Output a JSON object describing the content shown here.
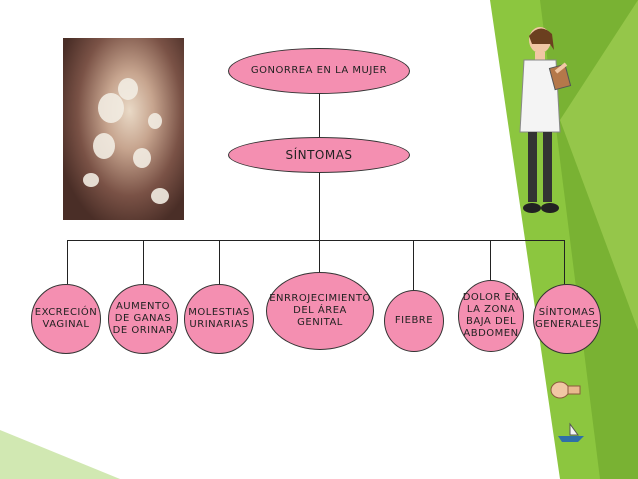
{
  "title": "GONORREA EN LA MUJER",
  "subtitle": "SÍNTOMAS",
  "symptoms": [
    "EXCRECIÓN\nVAGINAL",
    "AUMENTO\nDE GANAS\nDE ORINAR",
    "MOLESTIAS\nURINARIAS",
    "ENRROJECIMIENTO\nDEL  ÁREA\nGENITAL",
    "FIEBRE",
    "DOLOR EN\nLA ZONA\nBAJA DEL\nABDOMEN",
    "SÍNTOMAS\nGENERALES"
  ],
  "colors": {
    "node_fill": "#f48fb1",
    "accent_green": "#8cc63f",
    "accent_dark_green": "#6aa32a"
  }
}
